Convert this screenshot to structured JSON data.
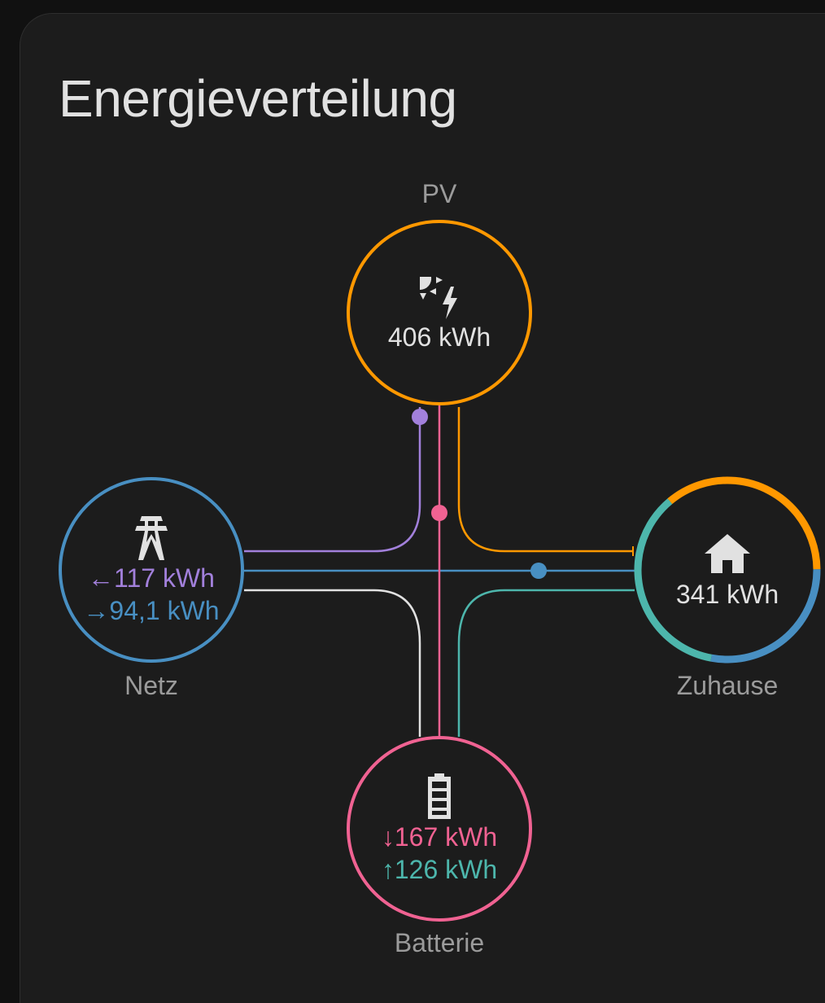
{
  "card": {
    "title": "Energieverteilung"
  },
  "pv": {
    "label": "PV",
    "value": "406 kWh",
    "icon": "solar-power-icon"
  },
  "grid": {
    "label": "Netz",
    "from_grid": "117 kWh",
    "to_grid": "94,1 kWh",
    "from_arrow": "←",
    "to_arrow": "→",
    "icon": "transmission-tower-icon"
  },
  "home": {
    "label": "Zuhause",
    "value": "341 kWh",
    "icon": "home-icon"
  },
  "battery": {
    "label": "Batterie",
    "into_battery": "167 kWh",
    "out_of_battery": "126 kWh",
    "in_arrow": "↓",
    "out_arrow": "↑",
    "icon": "battery-icon"
  },
  "colors": {
    "solar": "#ff9800",
    "grid_import": "#488fc2",
    "grid_export": "#a280db",
    "battery_in": "#f06292",
    "battery_out": "#4db6ac",
    "text": "#e1e1e1",
    "label": "#9b9b9b"
  },
  "home_ring_shares": {
    "solar": 0.36,
    "grid": 0.28,
    "battery": 0.36
  }
}
